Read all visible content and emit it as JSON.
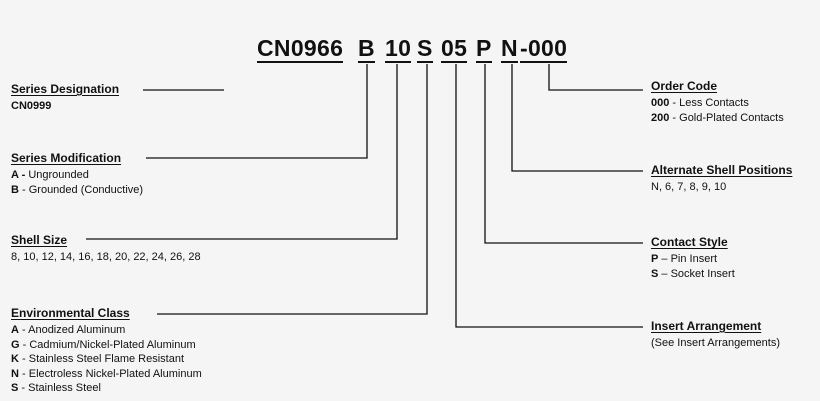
{
  "part_number": {
    "series": "CN0966",
    "modification": "B",
    "shell_size": "10",
    "env_class": "S",
    "arrangement": "05",
    "contact_style": "P",
    "alt_position": "N",
    "order_code": "-000"
  },
  "left_sections": {
    "series_designation": {
      "heading": "Series Designation",
      "items": [
        {
          "code": "CN0999",
          "desc": ""
        }
      ]
    },
    "series_modification": {
      "heading": "Series Modification",
      "items": [
        {
          "code": "A -",
          "desc": " Ungrounded"
        },
        {
          "code": "B",
          "desc": " - Grounded (Conductive)"
        }
      ]
    },
    "shell_size": {
      "heading": "Shell Size",
      "text": "8, 10, 12, 14, 16, 18, 20, 22, 24, 26, 28"
    },
    "environmental_class": {
      "heading": "Environmental Class",
      "items": [
        {
          "code": "A",
          "desc": " - Anodized Aluminum"
        },
        {
          "code": "G",
          "desc": " - Cadmium/Nickel-Plated Aluminum"
        },
        {
          "code": "K",
          "desc": " - Stainless Steel Flame Resistant"
        },
        {
          "code": "N",
          "desc": " - Electroless Nickel-Plated Aluminum"
        },
        {
          "code": "S",
          "desc": " - Stainless Steel"
        }
      ]
    }
  },
  "right_sections": {
    "order_code": {
      "heading": "Order Code",
      "items": [
        {
          "code": "000",
          "desc": " - Less Contacts"
        },
        {
          "code": "200",
          "desc": " - Gold-Plated Contacts"
        }
      ]
    },
    "alternate_shell_positions": {
      "heading": "Alternate Shell Positions",
      "text": "N, 6, 7, 8, 9, 10"
    },
    "contact_style": {
      "heading": "Contact Style",
      "items": [
        {
          "code": "P",
          "desc": " – Pin Insert"
        },
        {
          "code": "S",
          "desc": " – Socket Insert"
        }
      ]
    },
    "insert_arrangement": {
      "heading": "Insert Arrangement",
      "text": "(See Insert Arrangements)"
    }
  },
  "line_color": "#111111"
}
